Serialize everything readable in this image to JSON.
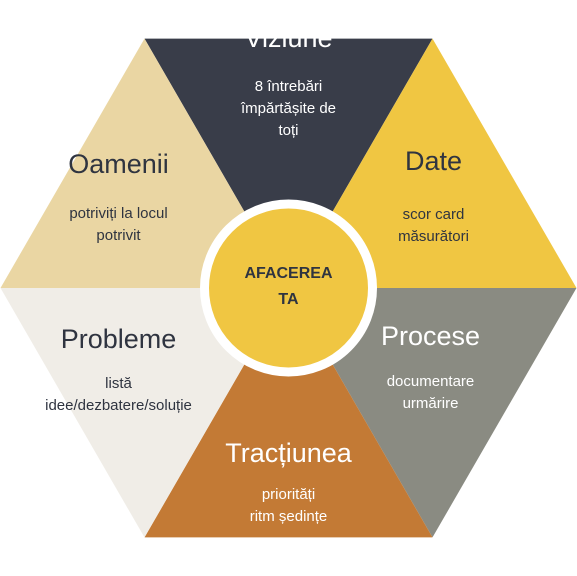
{
  "hub": {
    "lines": [
      "AFACEREA",
      "TA"
    ],
    "fill": "#F0C642",
    "ring": "#FFFFFF",
    "text_color": "#2F3440"
  },
  "segments": [
    {
      "title": "Viziune",
      "lines": [
        "8 întrebări",
        "împărtășite de",
        "toți"
      ],
      "fill": "#393D49",
      "text_color": "#FFFFFF"
    },
    {
      "title": "Date",
      "lines": [
        "scor card",
        "măsurători"
      ],
      "fill": "#F0C642",
      "text_color": "#2F3440"
    },
    {
      "title": "Procese",
      "lines": [
        "documentare",
        "urmărire"
      ],
      "fill": "#8A8B82",
      "text_color": "#FFFFFF"
    },
    {
      "title": "Tracțiunea",
      "lines": [
        "priorități",
        "ritm ședințe"
      ],
      "fill": "#C37A35",
      "text_color": "#FFFFFF"
    },
    {
      "title": "Probleme",
      "lines": [
        "listă",
        "idee/dezbatere/soluție"
      ],
      "fill": "#F0EDE7",
      "text_color": "#2F3440"
    },
    {
      "title": "Oamenii",
      "lines": [
        "potriviți la locul",
        "potrivit"
      ],
      "fill": "#EAD6A3",
      "text_color": "#2F3440"
    }
  ]
}
